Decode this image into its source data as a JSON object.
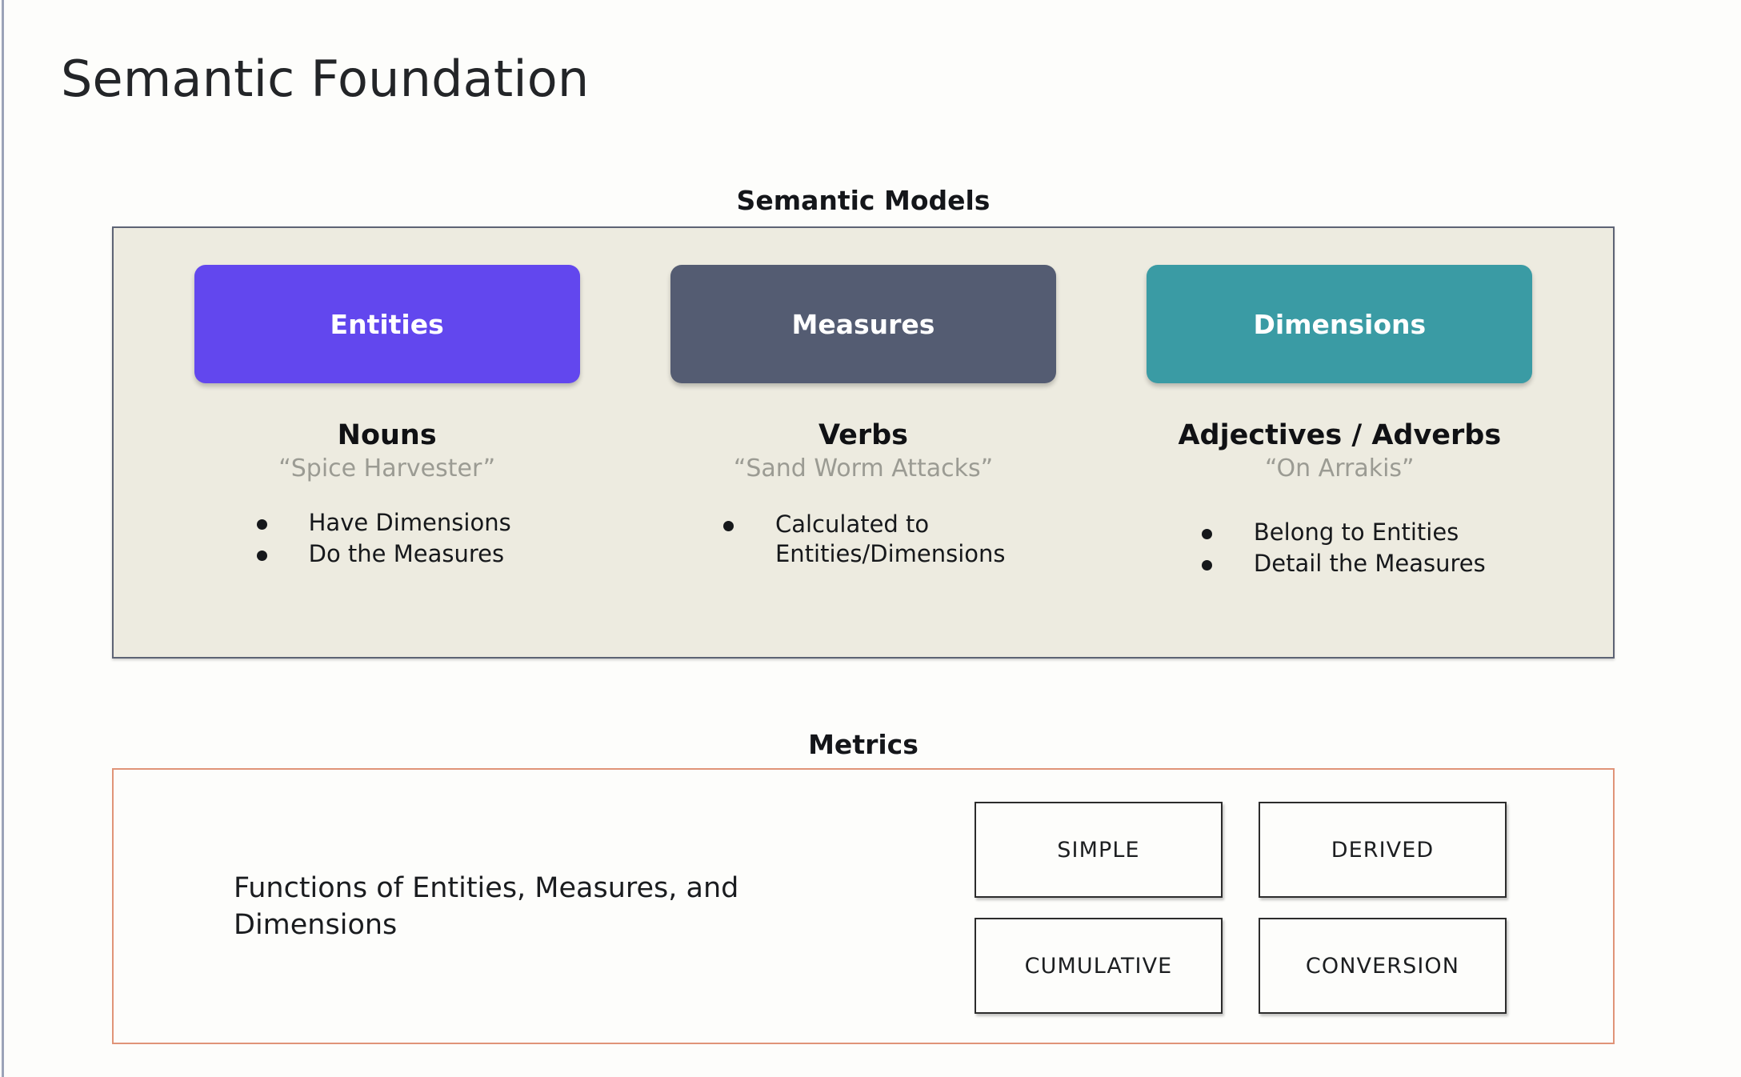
{
  "title": "Semantic Foundation",
  "semantic_models": {
    "heading": "Semantic Models",
    "panel_bg": "#EDEBE0",
    "panel_border": "#5D6374",
    "columns": [
      {
        "pill_label": "Entities",
        "pill_color": "#6247EE",
        "term": "Nouns",
        "example": "“Spice Harvester”",
        "bullets": [
          "Have Dimensions",
          "Do the Measures"
        ]
      },
      {
        "pill_label": "Measures",
        "pill_color": "#545C72",
        "term": "Verbs",
        "example": "“Sand Worm Attacks”",
        "bullets": [
          "Calculated to Entities/Dimensions"
        ]
      },
      {
        "pill_label": "Dimensions",
        "pill_color": "#3A9BA4",
        "term": "Adjectives / Adverbs",
        "example": "“On Arrakis”",
        "bullets": [
          "Belong to Entities",
          "Detail the Measures"
        ]
      }
    ]
  },
  "metrics": {
    "heading": "Metrics",
    "panel_border": "#E09478",
    "description": "Functions of Entities, Measures, and Dimensions",
    "types": [
      "SIMPLE",
      "DERIVED",
      "CUMULATIVE",
      "CONVERSION"
    ]
  }
}
